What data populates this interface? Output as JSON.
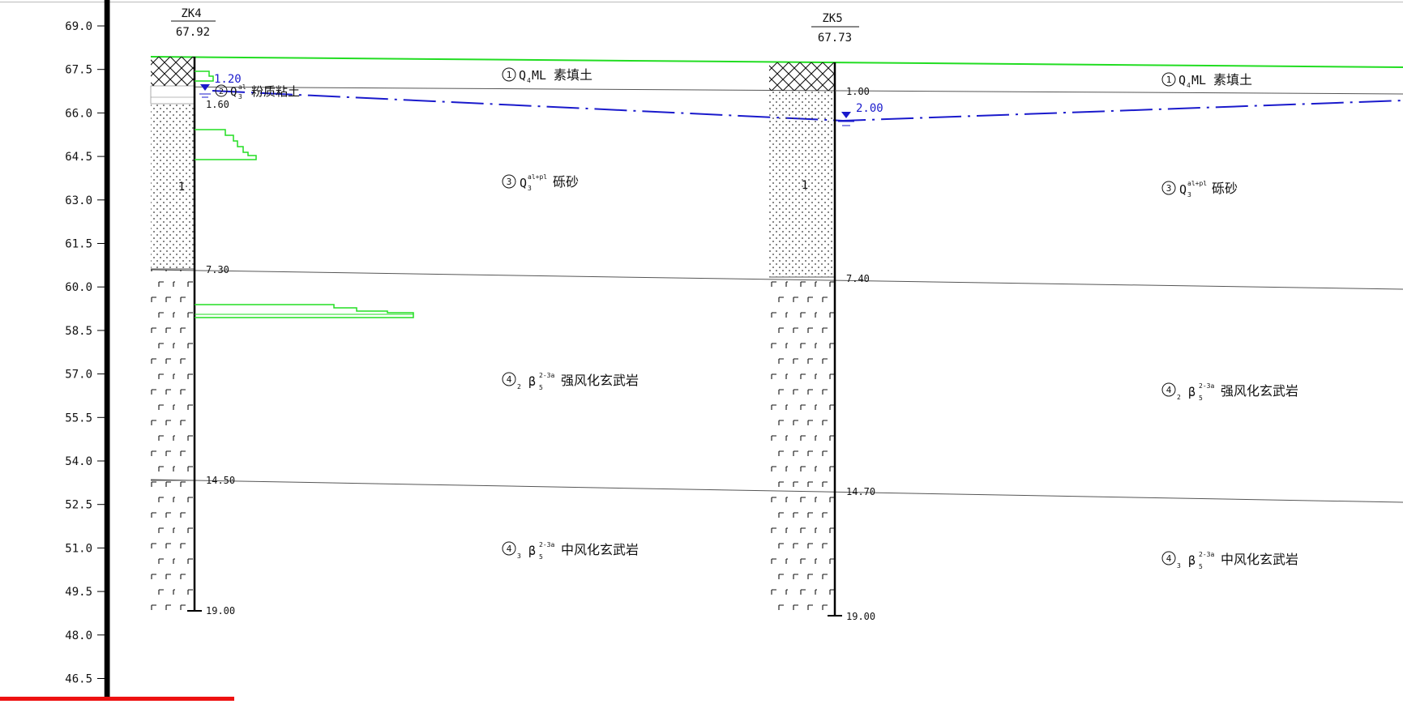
{
  "elevation_axis": {
    "ticks": [
      "69.0",
      "67.5",
      "66.0",
      "64.5",
      "63.0",
      "61.5",
      "60.0",
      "58.5",
      "57.0",
      "55.5",
      "54.0",
      "52.5",
      "51.0",
      "49.5",
      "48.0",
      "46.5"
    ]
  },
  "boreholes": [
    {
      "id": "ZK4",
      "elevation": "67.92",
      "water_depth": "1.20",
      "layer_depths": [
        "1.60",
        "7.30",
        "14.50"
      ],
      "end_depth": "19.00",
      "sample_label": "1"
    },
    {
      "id": "ZK5",
      "elevation": "67.73",
      "water_depth": "2.00",
      "layer_depths": [
        "1.00",
        "7.40",
        "14.70"
      ],
      "end_depth": "19.00",
      "sample_label": "1"
    }
  ],
  "strata": {
    "fill": {
      "num": "①",
      "age": "Q",
      "age_sub": "4",
      "age_sup": "",
      "suffix": "ML",
      "name": "素填土"
    },
    "silty_clay": {
      "num": "②",
      "age": "Q",
      "age_sub": "3",
      "age_sup": "al",
      "name": "粉质粘土"
    },
    "gravel_sand": {
      "num": "③",
      "age": "Q",
      "age_sub": "3",
      "age_sup": "al+pl",
      "name": "砾砂"
    },
    "basalt_strong": {
      "num": "④",
      "num_sub": "2",
      "sym": "β",
      "sym_sub": "5",
      "sym_sup": "2-3a",
      "name": "强风化玄武岩"
    },
    "basalt_mid": {
      "num": "④",
      "num_sub": "3",
      "sym": "β",
      "sym_sub": "5",
      "sym_sup": "2-3a",
      "name": "中风化玄武岩"
    }
  },
  "colors": {
    "ground_line": "#22dd22",
    "water_table": "#1a1acc",
    "strata_line": "#444444",
    "borehole_line": "#000000",
    "bottom_bar": "#ee1111"
  }
}
